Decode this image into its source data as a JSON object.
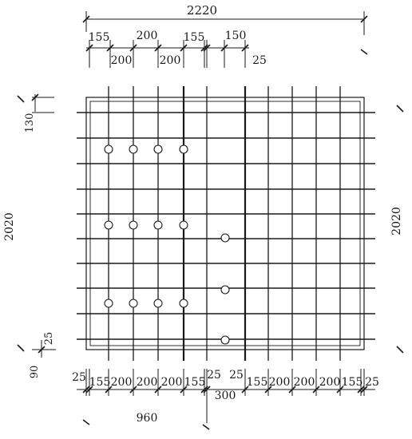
{
  "colors": {
    "ink": "#1a1a1a",
    "background": "#ffffff"
  },
  "dims": {
    "overall_width": "2220",
    "overall_height_left": "2020",
    "overall_height_right": "2020",
    "top_row1": [
      "155",
      "200",
      "155",
      "150"
    ],
    "top_row2": [
      "200",
      "200",
      "25"
    ],
    "left_top": "130",
    "left_bottom_a": "25",
    "left_bottom_b": "90",
    "bottom_row": [
      "25",
      "155",
      "200",
      "200",
      "200",
      "155",
      "25",
      "25",
      "155",
      "200",
      "200",
      "200",
      "155",
      "25"
    ],
    "bottom_mid": "300",
    "bottom_sub": "960"
  }
}
